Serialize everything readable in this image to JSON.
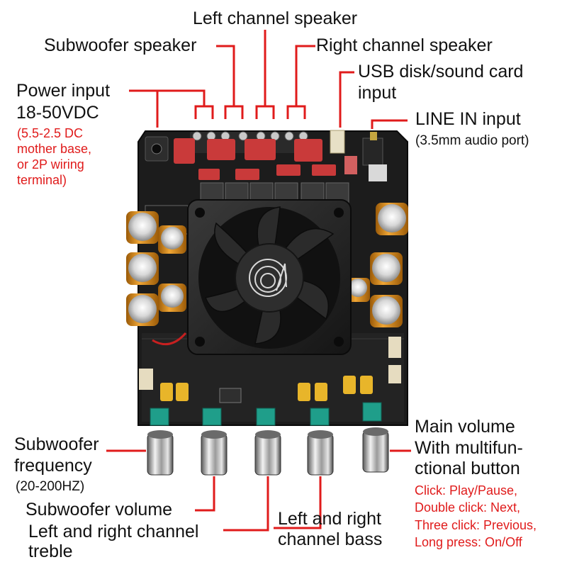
{
  "labels": {
    "left_channel": "Left channel speaker",
    "subwoofer_speaker": "Subwoofer speaker",
    "right_channel": "Right channel speaker",
    "usb_line1": "USB disk/sound card",
    "usb_line2": "input",
    "power_line1": "Power input",
    "power_line2": "18-50VDC",
    "power_note1": "(5.5-2.5 DC",
    "power_note2": "mother base,",
    "power_note3": "or 2P wiring",
    "power_note4": "terminal)",
    "line_in": "LINE IN input",
    "line_in_note": "(3.5mm audio port)",
    "sub_freq_line1": "Subwoofer",
    "sub_freq_line2": "frequency",
    "sub_freq_note": "(20-200HZ)",
    "sub_volume": "Subwoofer volume",
    "treble_line1": "Left and right channel",
    "treble_line2": "treble",
    "bass_line1": "Left and right",
    "bass_line2": "channel bass",
    "main_line1": "Main volume",
    "main_line2": "With multifun-",
    "main_line3": "ctional button",
    "click1": "Click: Play/Pause,",
    "click2": "Double click: Next,",
    "click3": "Three click: Previous,",
    "click4": "Long press: On/Off"
  },
  "colors": {
    "callout_line": "#e01b1b",
    "note_text": "#e01b1b",
    "board": "#1c1c1c",
    "capacitor": "#d98a1e",
    "trimmer": "#1f9e8a",
    "knob": "#bfbfbf"
  }
}
